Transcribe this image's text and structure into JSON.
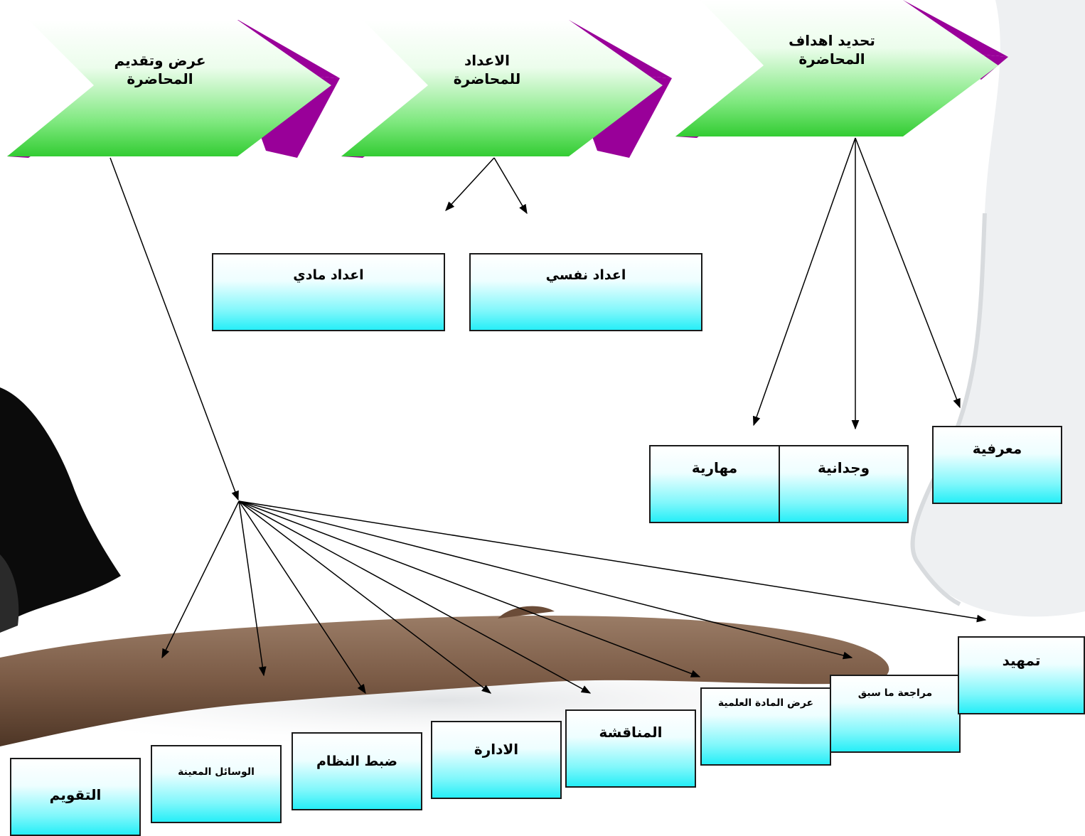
{
  "header_shapes": {
    "present": "عرض وتقديم المحاضرة",
    "prepare": "الاعداد للمحاضرة",
    "objectives": "تحديد اهداف المحاضرة"
  },
  "preparation": {
    "material": "اعداد مادي",
    "psychological": "اعداد نفسي"
  },
  "objectives": {
    "skill": "مهارية",
    "affective": "وجدانية",
    "cognitive": "معرفية"
  },
  "presentation_steps": {
    "evaluation": "التقويم",
    "aids": "الوسائل المعينة",
    "discipline": "ضبط النظام",
    "management": "الادارة",
    "discussion": "المناقشة",
    "content": "عرض المادة العلمية",
    "review": "مراجعة ما سبق",
    "intro": "تمهيد"
  },
  "colors": {
    "purple": "#990099",
    "green": "#33cc33",
    "cyan": "#26eef7",
    "branch": "#7a5a45"
  }
}
